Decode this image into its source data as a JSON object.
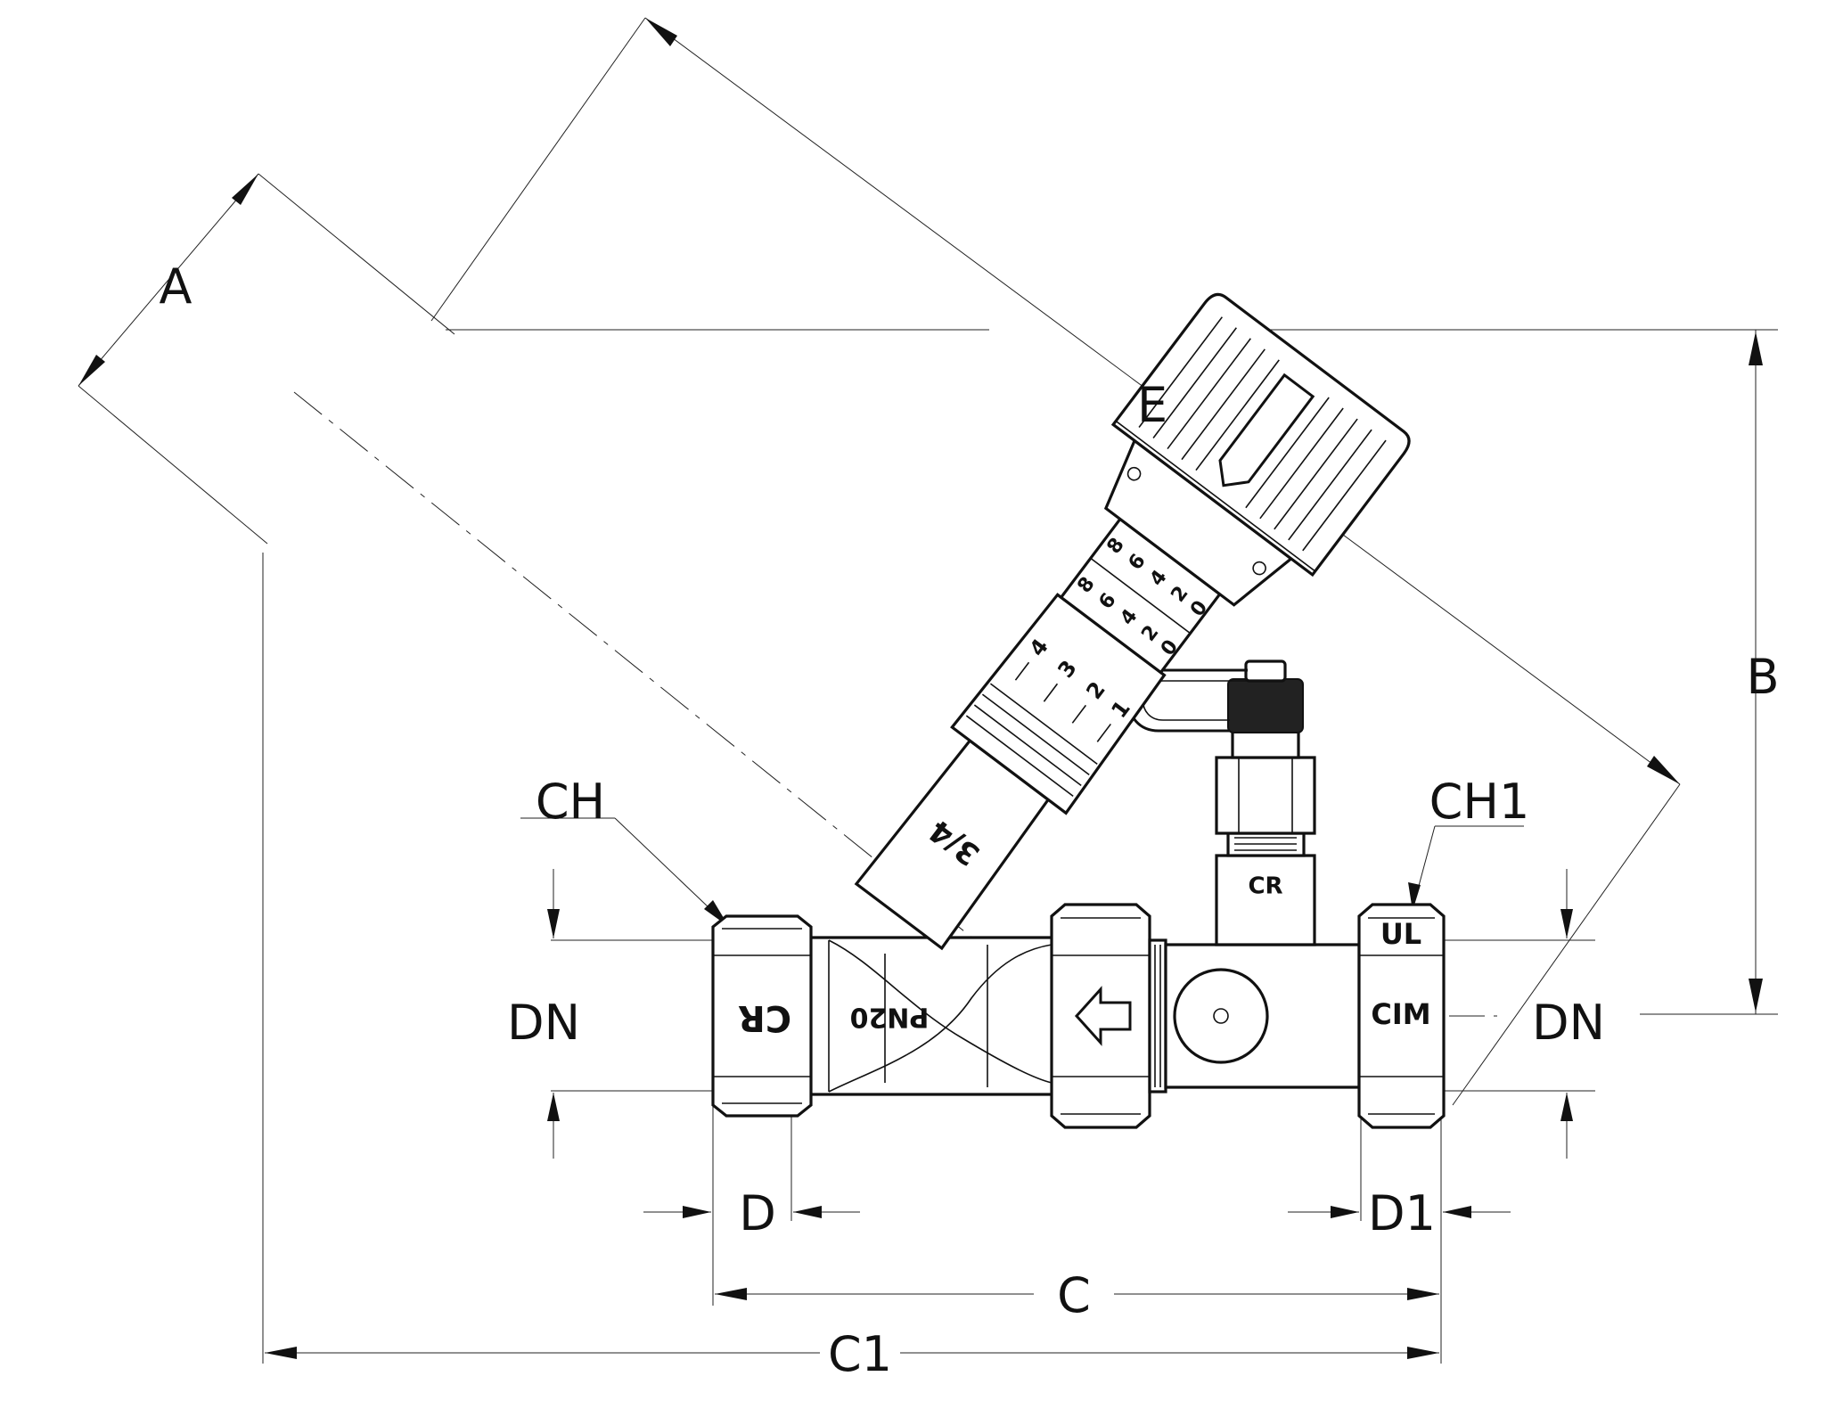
{
  "dimensions": {
    "A": "A",
    "B": "B",
    "C": "C",
    "C1": "C1",
    "D": "D",
    "D1": "D1",
    "E": "E",
    "CH": "CH",
    "CH1": "CH1",
    "DN_left": "DN",
    "DN_right": "DN"
  },
  "body_markings": {
    "brand_left": "CR",
    "pressure": "PN20",
    "size": "3/4",
    "brand_fitting": "CR",
    "cert_ul": "UL",
    "cert_cim": "CIM"
  },
  "handle_scale": {
    "upper_row": [
      "8",
      "6",
      "4",
      "2",
      "0"
    ],
    "lower_row": [
      "8",
      "6",
      "4",
      "2",
      "0"
    ],
    "ring_marks": [
      "1",
      "2",
      "3",
      "4"
    ]
  }
}
